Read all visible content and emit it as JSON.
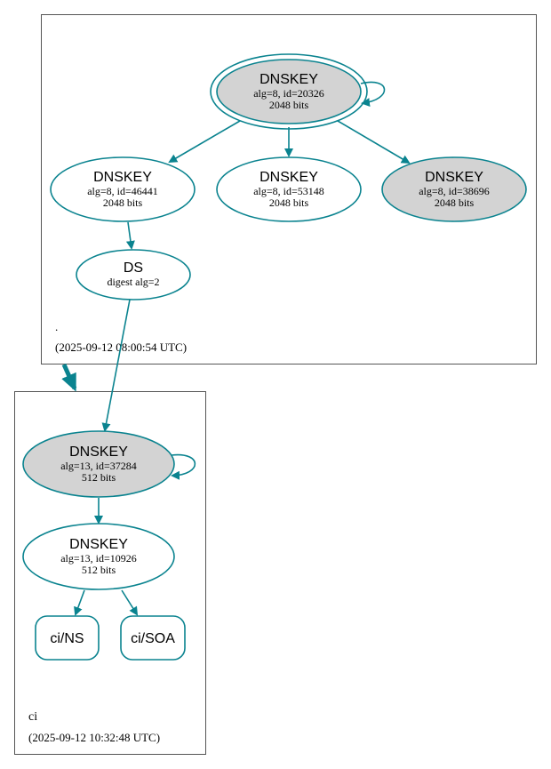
{
  "colors": {
    "edge": "#0a838f",
    "node_stroke": "#0a838f",
    "filled_node": "#d3d3d3",
    "cluster_border": "#555555",
    "text": "#000000"
  },
  "clusters": {
    "root": {
      "name": ".",
      "timestamp": "(2025-09-12 08:00:54 UTC)"
    },
    "ci": {
      "name": "ci",
      "timestamp": "(2025-09-12 10:32:48 UTC)"
    }
  },
  "nodes": {
    "root_ksk": {
      "title": "DNSKEY",
      "line1": "alg=8, id=20326",
      "line2": "2048 bits",
      "filled": true,
      "double_border": true
    },
    "root_zsk_46441": {
      "title": "DNSKEY",
      "line1": "alg=8, id=46441",
      "line2": "2048 bits",
      "filled": false
    },
    "root_zsk_53148": {
      "title": "DNSKEY",
      "line1": "alg=8, id=53148",
      "line2": "2048 bits",
      "filled": false
    },
    "root_key_38696": {
      "title": "DNSKEY",
      "line1": "alg=8, id=38696",
      "line2": "2048 bits",
      "filled": true
    },
    "ci_ds": {
      "title": "DS",
      "line1": "digest alg=2"
    },
    "ci_ksk": {
      "title": "DNSKEY",
      "line1": "alg=13, id=37284",
      "line2": "512 bits",
      "filled": true
    },
    "ci_zsk": {
      "title": "DNSKEY",
      "line1": "alg=13, id=10926",
      "line2": "512 bits",
      "filled": false
    },
    "ci_ns": {
      "label": "ci/NS"
    },
    "ci_soa": {
      "label": "ci/SOA"
    }
  }
}
